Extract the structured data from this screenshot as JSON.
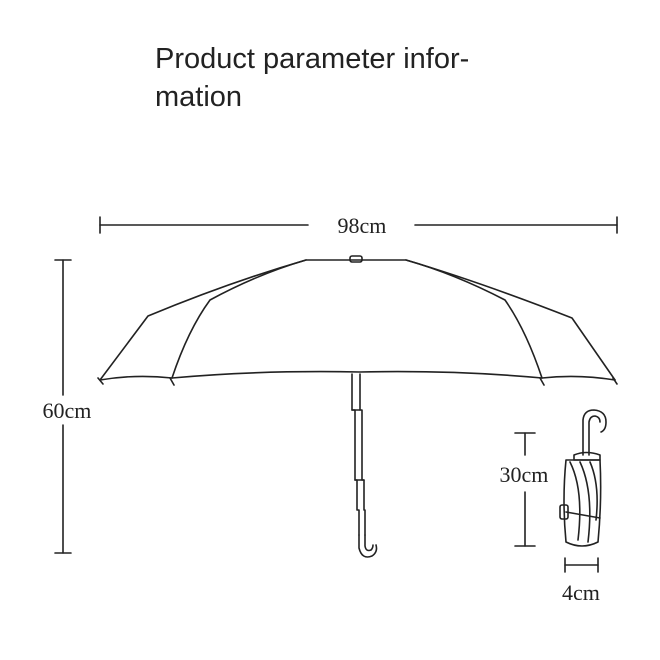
{
  "title": {
    "line1": "Product parameter infor-",
    "line2": "mation"
  },
  "dimensions": {
    "open_width": "98cm",
    "open_height": "60cm",
    "folded_length": "30cm",
    "folded_width": "4cm"
  },
  "colors": {
    "line": "#222222",
    "background": "#ffffff"
  }
}
